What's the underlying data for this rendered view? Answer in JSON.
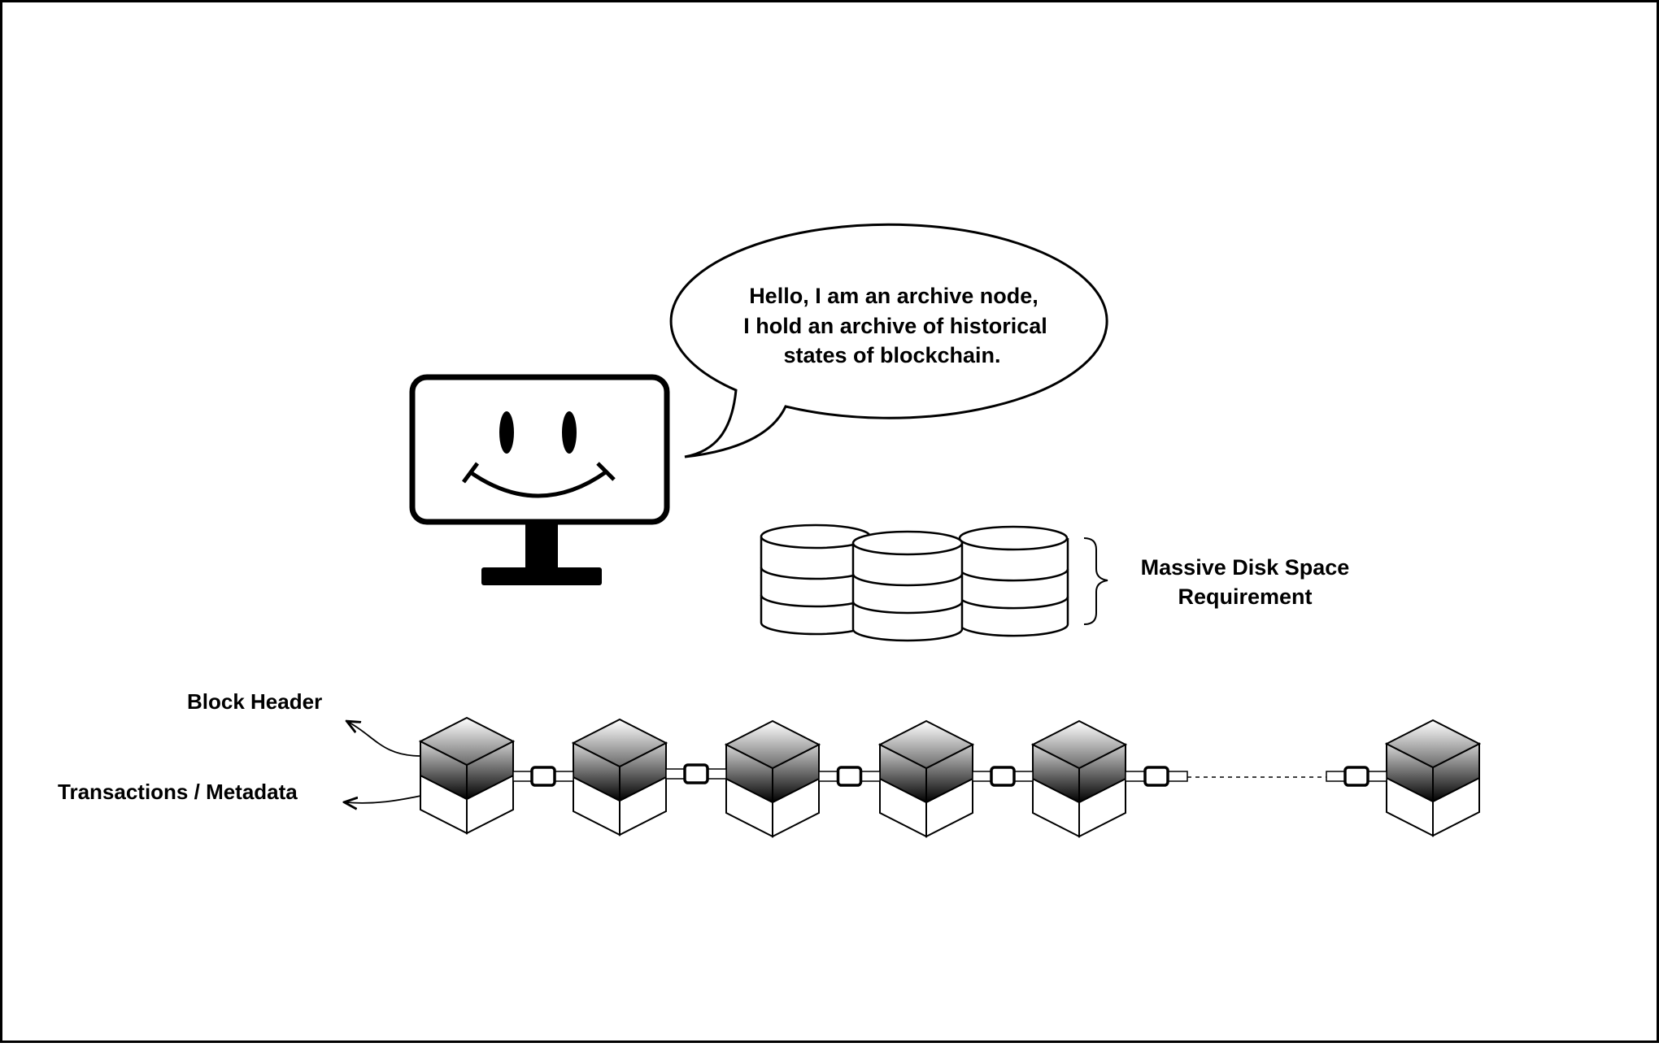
{
  "speech_bubble": {
    "lines": [
      "Hello, I am an archive node,",
      "I hold an archive of historical",
      "states of blockchain."
    ]
  },
  "disk_label": {
    "lines": [
      "Massive Disk Space",
      "Requirement"
    ]
  },
  "block_header_label": "Block Header",
  "transactions_label": "Transactions / Metadata",
  "blockchain": {
    "visible_blocks_before_gap": 5,
    "blocks_after_gap": 1
  },
  "colors": {
    "stroke": "#000000",
    "background": "#ffffff",
    "header_top": "#e0e0e0",
    "header_bottom": "#000000"
  }
}
